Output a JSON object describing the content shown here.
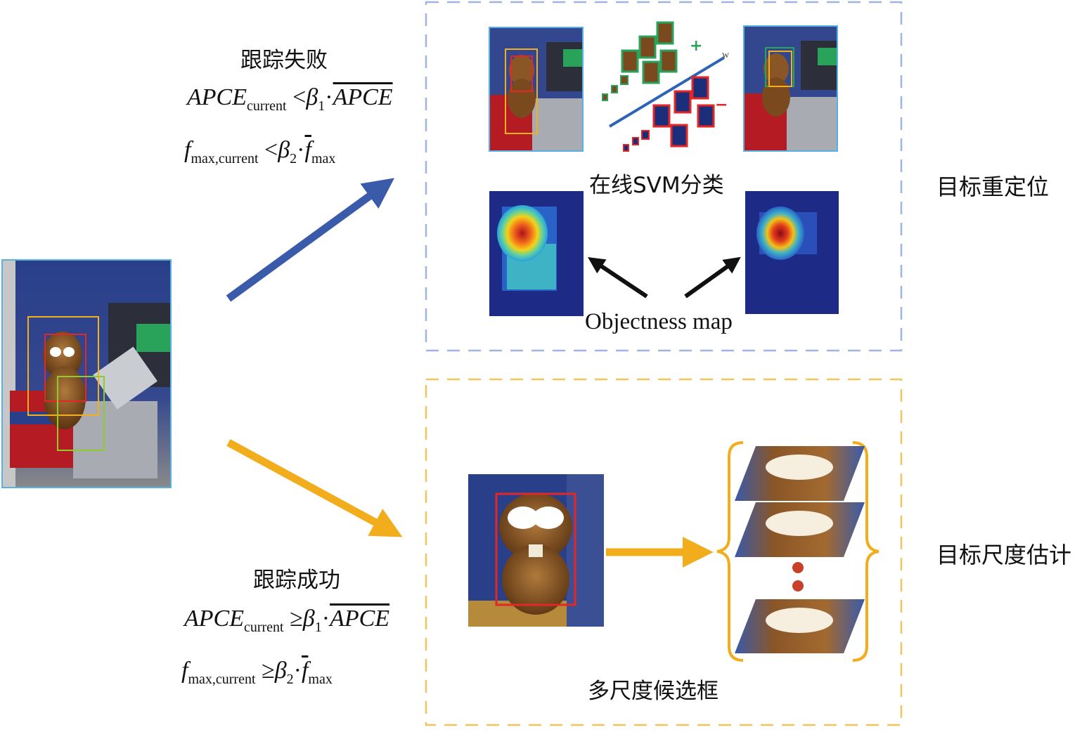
{
  "failure": {
    "title": "跟踪失败",
    "f1_lhs": "APCE",
    "f1_sub": "current",
    "f1_op": "<",
    "f1_beta": "β",
    "f1_beta_sub": "1",
    "f1_rhs": "APCE",
    "f2_lhs": "f",
    "f2_sub": "max,current",
    "f2_op": "<",
    "f2_beta": "β",
    "f2_beta_sub": "2",
    "f2_rhs": "f",
    "f2_rhs_sub": "max"
  },
  "success": {
    "title": "跟踪成功",
    "f1_lhs": "APCE",
    "f1_sub": "current",
    "f1_op": "≥",
    "f1_beta": "β",
    "f1_beta_sub": "1",
    "f1_rhs": "APCE",
    "f2_lhs": "f",
    "f2_sub": "max,current",
    "f2_op": "≥",
    "f2_beta": "β",
    "f2_beta_sub": "2",
    "f2_rhs": "f",
    "f2_rhs_sub": "max"
  },
  "relocalization": {
    "svm_label": "在线SVM分类",
    "objectness_label": "Objectness map",
    "side_label": "目标重定位",
    "plus_sign": "+",
    "minus_sign": "−",
    "w_label": "w"
  },
  "scale": {
    "candidates_label": "多尺度候选框",
    "side_label": "目标尺度估计"
  },
  "colors": {
    "blue_arrow": "#3a5aaa",
    "orange_arrow": "#f2ad1c",
    "blue_dash": "#9fb4de",
    "orange_dash": "#f3c45e"
  }
}
